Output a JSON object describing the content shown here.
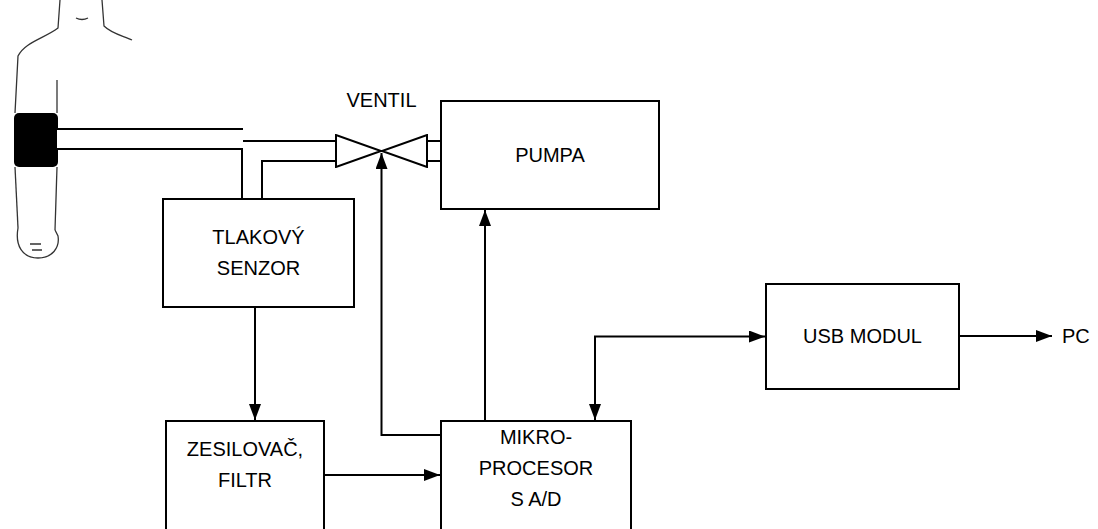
{
  "diagram": {
    "nodes": [
      {
        "text": [
          "VENTIL"
        ]
      },
      {
        "text": [
          "PUMPA"
        ]
      },
      {
        "text": [
          "TLAKOVÝ SENZOR"
        ]
      },
      {
        "text": [
          "USB MODUL"
        ]
      },
      {
        "text": [
          "ZESILOVAČ, FILTR"
        ]
      },
      {
        "text": [
          "MIKRO- PROCESOR S A/D"
        ]
      }
    ],
    "edges": [
      {
        "from": 2,
        "to": 0,
        "arrow": "none"
      },
      {
        "from": 0,
        "to": 1,
        "arrow": "none"
      },
      {
        "from": 2,
        "to": 4,
        "arrow": "to"
      },
      {
        "from": 4,
        "to": 5,
        "arrow": "to"
      },
      {
        "from": 5,
        "to": 0,
        "arrow": "to"
      },
      {
        "from": 5,
        "to": 1,
        "arrow": "to"
      },
      {
        "from": 5,
        "to": 3,
        "arrow": "both"
      }
    ],
    "labels": [
      "PC"
    ]
  }
}
